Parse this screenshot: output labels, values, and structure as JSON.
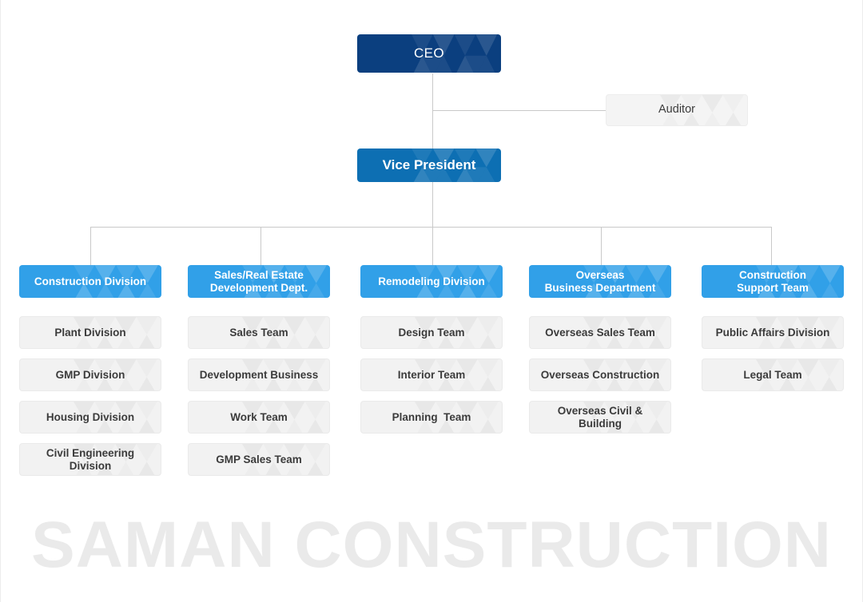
{
  "org_chart": {
    "company_watermark": "SAMAN CONSTRUCTION",
    "executive": {
      "ceo": "CEO",
      "vice_president": "Vice President",
      "auditor": "Auditor"
    },
    "columns": [
      {
        "header": "Construction Division",
        "items": [
          "Plant Division",
          "GMP Division",
          "Housing Division",
          "Civil Engineering Division"
        ]
      },
      {
        "header": "Sales/Real Estate\nDevelopment Dept.",
        "items": [
          "Sales Team",
          "Development Business",
          "Work Team",
          "GMP Sales Team"
        ]
      },
      {
        "header": "Remodeling Division",
        "items": [
          "Design Team",
          "Interior Team",
          "Planning  Team"
        ]
      },
      {
        "header": "Overseas\nBusiness Department",
        "items": [
          "Overseas Sales Team",
          "Overseas Construction",
          "Overseas Civil & Building"
        ]
      },
      {
        "header": "Construction\nSupport Team",
        "items": [
          "Public Affairs Division",
          "Legal Team"
        ]
      }
    ],
    "colors": {
      "ceo_bg": "#0b3f7f",
      "vp_bg": "#0d6fb3",
      "division_bg": "#31a0e8",
      "item_bg": "#f2f2f2",
      "auditor_bg": "#f4f4f4",
      "connector": "#c9c9c9",
      "watermark": "#eaeaea",
      "text_dark": "#3b3b3b",
      "text_light": "#ffffff"
    }
  }
}
